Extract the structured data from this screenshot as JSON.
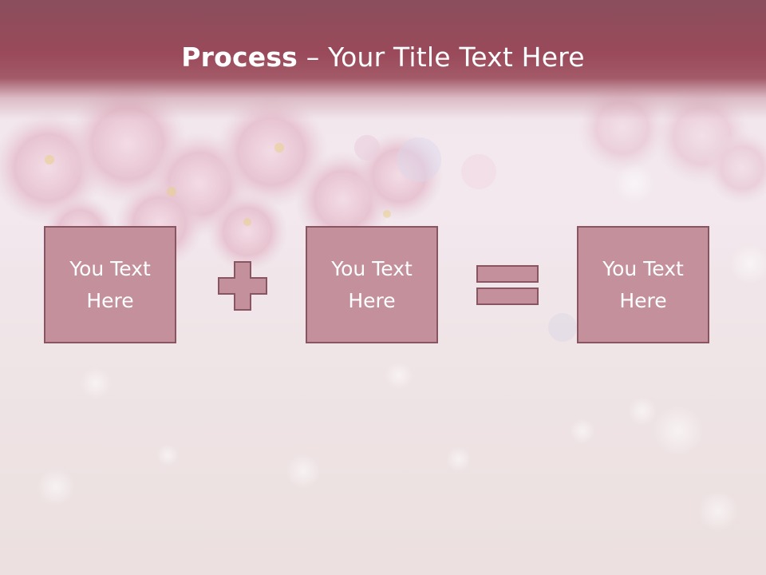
{
  "slide": {
    "title_bold": "Process",
    "title_rest": " – Your Title Text Here"
  },
  "boxes": [
    {
      "line1": "You Text",
      "line2": "Here"
    },
    {
      "line1": "You Text",
      "line2": "Here"
    },
    {
      "line1": "You Text",
      "line2": "Here"
    }
  ],
  "icons": {
    "plus": "plus-icon",
    "equals": "equals-icon"
  },
  "colors": {
    "header": "#9a4a5a",
    "box_fill": "#c3909c",
    "box_border": "#8a5563",
    "text": "#ffffff"
  }
}
